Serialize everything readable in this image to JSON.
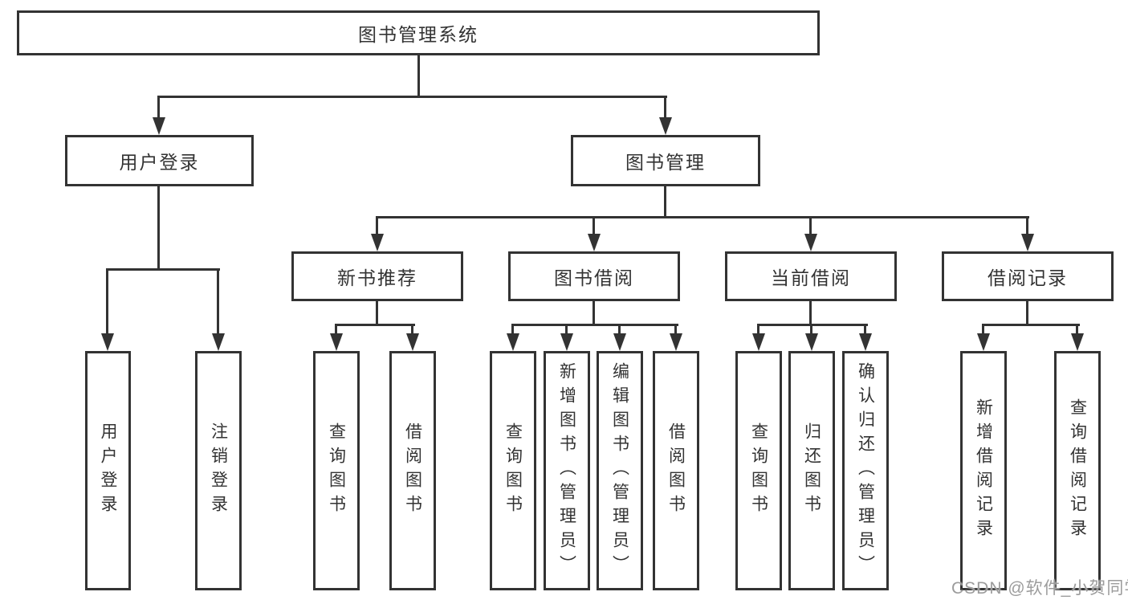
{
  "nodes": {
    "root": {
      "label": "图书管理系统"
    },
    "user_login": {
      "label": "用户登录"
    },
    "book_management": {
      "label": "图书管理"
    },
    "new_book_recommend": {
      "label": "新书推荐"
    },
    "book_borrow": {
      "label": "图书借阅"
    },
    "current_borrow": {
      "label": "当前借阅"
    },
    "borrow_record": {
      "label": "借阅记录"
    },
    "leaves": {
      "ul_login": "用户登录",
      "ul_logout": "注销登录",
      "nb_query": "查询图书",
      "nb_borrow": "借阅图书",
      "bb_query": "查询图书",
      "bb_add": "新增图书（管理员）",
      "bb_edit": "编辑图书（管理员）",
      "bb_borrow": "借阅图书",
      "cb_query": "查询图书",
      "cb_return": "归还图书",
      "cb_confirm": "确认归还（管理员）",
      "br_add": "新增借阅记录",
      "br_query": "查询借阅记录"
    }
  },
  "watermark": "CSDN @软件_小贺同学",
  "colors": {
    "line": "#333333",
    "text": "#333333",
    "background": "#ffffff",
    "watermark": "#9c9c9c"
  }
}
